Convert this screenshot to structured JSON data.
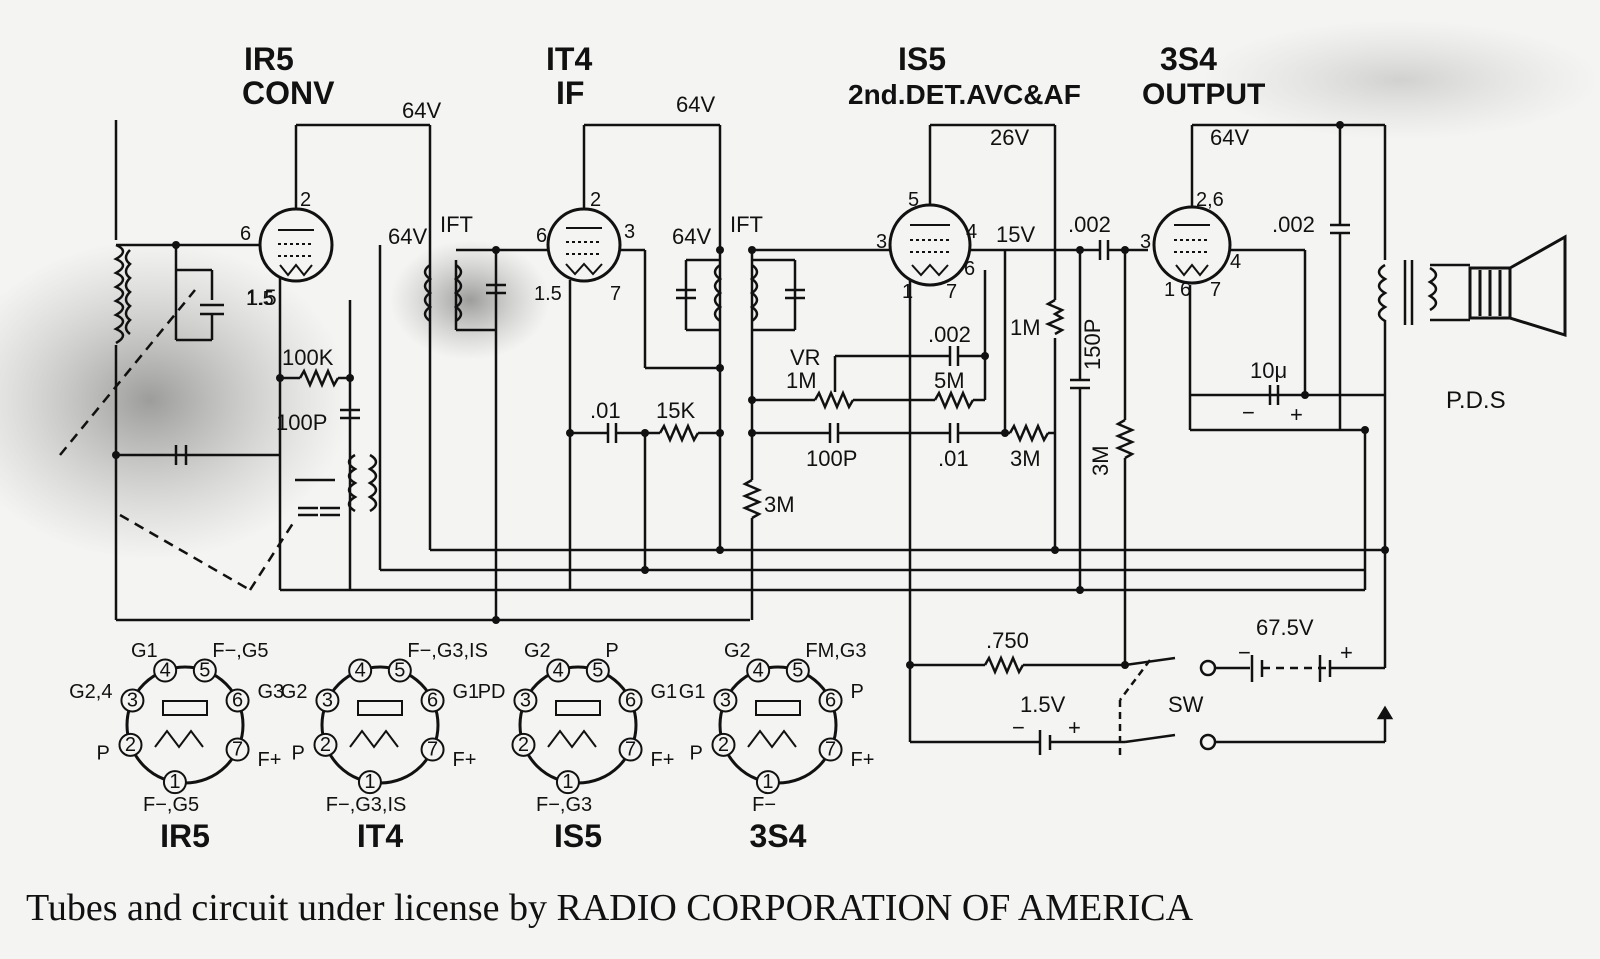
{
  "tubes": [
    {
      "title_top": "IR5",
      "title_bottom": "CONV",
      "voltage": "64V"
    },
    {
      "title_top": "IT4",
      "title_bottom": "IF",
      "voltage": "64V"
    },
    {
      "title_top": "IS5",
      "title_bottom": "2nd.DET.AVC&AF",
      "voltage": "26V"
    },
    {
      "title_top": "3S4",
      "title_bottom": "OUTPUT",
      "voltage": "64V"
    }
  ],
  "labels": {
    "ift1": "IFT",
    "ift2": "IFT",
    "v64_a": "64V",
    "v64_b": "64V",
    "v15": "15V",
    "r100k": "100K",
    "c100p_a": "100P",
    "c01_a": ".01",
    "r15k": "15K",
    "r3m_a": "3M",
    "vr": "VR",
    "vr1m": "1M",
    "r5m": "5M",
    "c002_a": ".002",
    "c100p_b": "100P",
    "c01_b": ".01",
    "r3m_b": "3M",
    "r1m": "1M",
    "c150p": "150P",
    "r3m_c": "3M",
    "c002_b": ".002",
    "c002_c": ".002",
    "c10u": "10μ",
    "minus": "−",
    "plus": "+",
    "pds": "P.D.S",
    "r750": ".750",
    "v675": "67.5V",
    "v15b": "1.5V",
    "sw": "SW",
    "fil15_a": "1.5",
    "fil15_b": "1.5"
  },
  "pin_numbers": {
    "t1": [
      "6",
      "2",
      "1.5"
    ],
    "t2": [
      "6",
      "2",
      "3",
      "1.5",
      "7"
    ],
    "t3": [
      "3",
      "5",
      "4",
      "6",
      "1",
      "7"
    ],
    "t4": [
      "3",
      "2,6",
      "4",
      "1",
      "6",
      "7"
    ]
  },
  "bases": [
    {
      "name": "IR5",
      "pins": {
        "1": "F−,G5",
        "2": "P",
        "3": "G2,4",
        "4": "G1",
        "5": "F−,G5",
        "6": "G3",
        "7": "F+"
      }
    },
    {
      "name": "IT4",
      "pins": {
        "1": "F−,G3,IS",
        "2": "P",
        "3": "G2",
        "4": "",
        "5": "F−,G3,IS",
        "6": "G1",
        "7": "F+"
      }
    },
    {
      "name": "IS5",
      "pins": {
        "1": "F−,G3",
        "2": "",
        "3": "PD",
        "4": "G2",
        "5": "P",
        "6": "G1",
        "7": "F+"
      }
    },
    {
      "name": "3S4",
      "pins": {
        "1": "F−",
        "2": "P",
        "3": "G1",
        "4": "G2",
        "5": "FM,G3",
        "6": "P",
        "7": "F+"
      }
    }
  ],
  "footer": "Tubes and circuit under license by RADIO CORPORATION OF AMERICA"
}
